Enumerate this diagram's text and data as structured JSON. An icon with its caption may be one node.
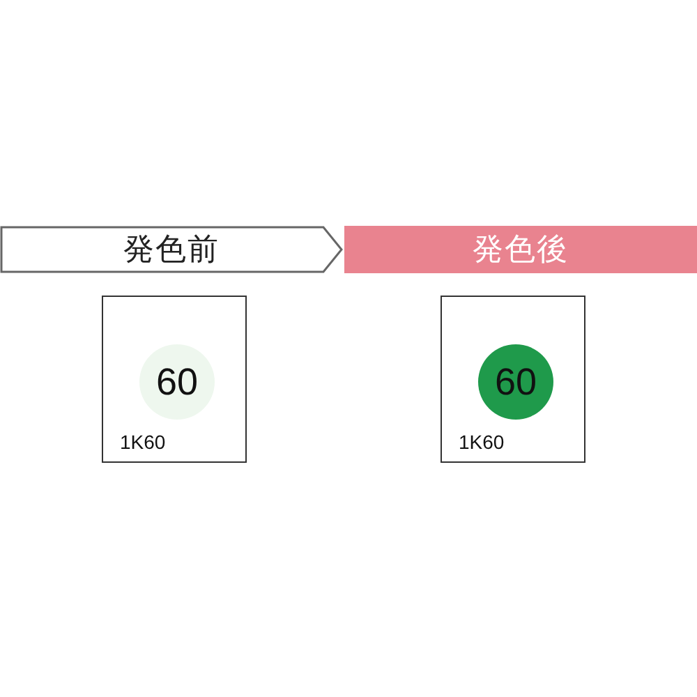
{
  "diagram": {
    "nodes": [
      {
        "text": [
          "発色前"
        ]
      },
      {
        "text": [
          "発色後"
        ]
      },
      {
        "text": [
          "1K60"
        ]
      },
      {
        "text": [
          "60"
        ],
        "in": 2
      },
      {
        "text": [
          "1K60"
        ]
      },
      {
        "text": [
          "60"
        ],
        "in": 4
      }
    ]
  }
}
